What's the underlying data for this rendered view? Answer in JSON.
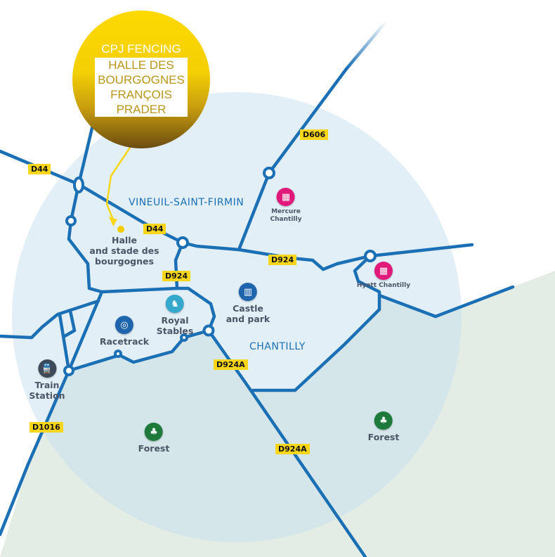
{
  "badge": {
    "title": "CPJ FENCING",
    "lines": [
      "HALLE DES",
      "BOURGOGNES",
      "FRANÇOIS",
      "PRADER"
    ]
  },
  "towns": {
    "vineuil": "VINEUIL-SAINT-FIRMIN",
    "chantilly": "CHANTILLY"
  },
  "roads": {
    "d44a": "D44",
    "d44b": "D44",
    "d606": "D606",
    "d924a": "D924",
    "d924b": "D924",
    "d924Aa": "D924A",
    "d924Ab": "D924A",
    "d1016": "D1016"
  },
  "pois": {
    "halle": {
      "line1": "Halle",
      "line2": "and stade des",
      "line3": "bourgognes"
    },
    "mercure": {
      "line1": "Mercure",
      "line2": "Chantilly",
      "icon": "hotel-icon"
    },
    "hyatt": {
      "line1": "Hyatt Chantilly",
      "icon": "hotel-icon"
    },
    "castle": {
      "line1": "Castle",
      "line2": "and park",
      "icon": "castle-icon"
    },
    "stables": {
      "line1": "Royal",
      "line2": "Stables",
      "icon": "horse-icon"
    },
    "racetrack": {
      "line1": "Racetrack",
      "icon": "racetrack-icon"
    },
    "train": {
      "line1": "Train",
      "line2": "Station",
      "icon": "train-icon"
    },
    "forest1": {
      "line1": "Forest",
      "icon": "tree-icon"
    },
    "forest2": {
      "line1": "Forest",
      "icon": "tree-icon"
    }
  },
  "colors": {
    "road": "#1a6fb5",
    "label": "#f9d61b",
    "hotel": "#e0197b",
    "forest": "#1e7a3a"
  }
}
